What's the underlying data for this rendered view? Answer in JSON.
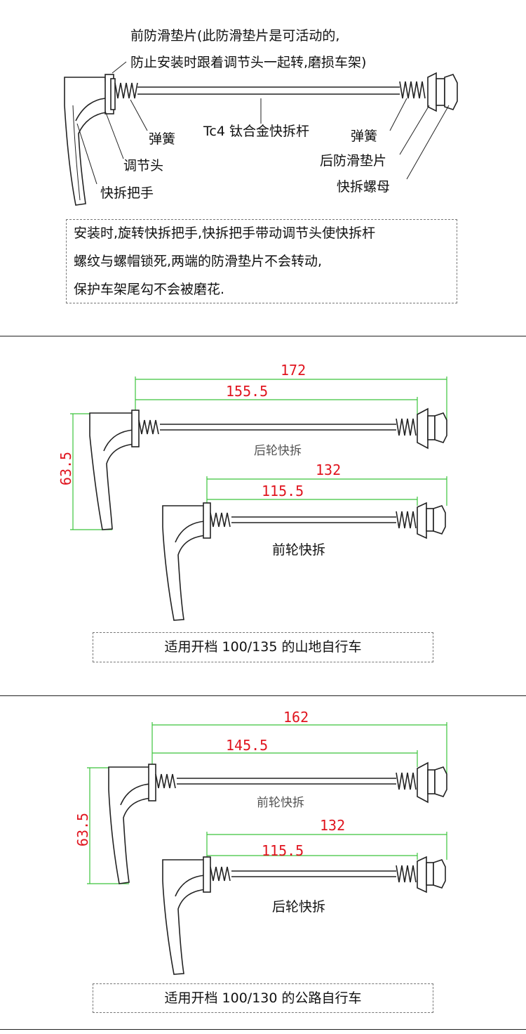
{
  "section1": {
    "labels": {
      "front_pad_line1": "前防滑垫片(此防滑垫片是可活动的,",
      "front_pad_line2": "防止安装时跟着调节头一起转,磨损车架)",
      "spring_left": "弹簧",
      "rod": "Tc4 钛合金快拆杆",
      "spring_right": "弹簧",
      "rear_pad": "后防滑垫片",
      "nut": "快拆螺母",
      "adjust_head": "调节头",
      "handle": "快拆把手"
    },
    "note": [
      "安装时,旋转快拆把手,快拆把手带动调节头使快拆杆",
      "螺纹与螺帽锁死,两端的防滑垫片不会转动,",
      "保护车架尾勾不会被磨花."
    ]
  },
  "section2": {
    "upper": {
      "total": "172",
      "inner": "155.5",
      "handle_height": "63.5",
      "name": "后轮快拆"
    },
    "lower": {
      "total": "132",
      "inner": "115.5",
      "name": "前轮快拆"
    },
    "caption": "适用开档 100/135 的山地自行车"
  },
  "section3": {
    "upper": {
      "total": "162",
      "inner": "145.5",
      "handle_height": "63.5",
      "name": "前轮快拆"
    },
    "lower": {
      "total": "132",
      "inner": "115.5",
      "name": "后轮快拆"
    },
    "caption": "适用开档 100/130 的公路自行车"
  },
  "colors": {
    "dimension_text": "#e0141e",
    "dimension_line": "#3cc43c",
    "drawing": "#222222"
  }
}
